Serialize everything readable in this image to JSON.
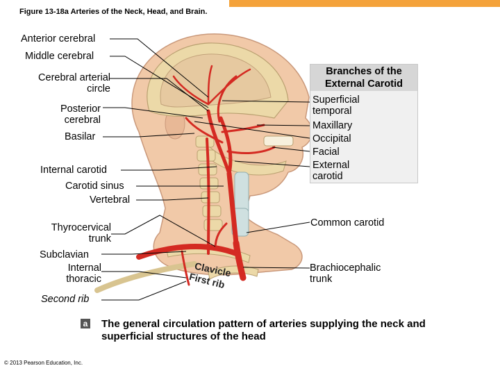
{
  "figure_title": "Figure 13-18a  Arteries of the Neck, Head, and Brain.",
  "labels_left": {
    "anterior_cerebral": "Anterior cerebral",
    "middle_cerebral": "Middle cerebral",
    "cerebral_arterial_circle_1": "Cerebral arterial",
    "cerebral_arterial_circle_2": "circle",
    "posterior_cerebral_1": "Posterior",
    "posterior_cerebral_2": "cerebral",
    "basilar": "Basilar",
    "internal_carotid": "Internal carotid",
    "carotid_sinus": "Carotid sinus",
    "vertebral": "Vertebral",
    "thyrocervical_1": "Thyrocervical",
    "thyrocervical_2": "trunk",
    "subclavian": "Subclavian",
    "internal_thoracic_1": "Internal",
    "internal_thoracic_2": "thoracic",
    "second_rib": "Second rib"
  },
  "branches_box": {
    "title_1": "Branches of the",
    "title_2": "External Carotid",
    "superficial_temporal_1": "Superficial",
    "superficial_temporal_2": "temporal",
    "maxillary": "Maxillary",
    "occipital": "Occipital",
    "facial": "Facial",
    "external_carotid_1": "External",
    "external_carotid_2": "carotid"
  },
  "labels_right": {
    "common_carotid": "Common carotid",
    "brachiocephalic_1": "Brachiocephalic",
    "brachiocephalic_2": "trunk"
  },
  "bone_labels": {
    "clavicle": "Clavicle",
    "first_rib": "First rib"
  },
  "caption": {
    "badge": "a",
    "text": "The general circulation pattern of arteries supplying the neck and superficial structures of the head"
  },
  "copyright": "© 2013 Pearson Education, Inc.",
  "colors": {
    "accent_bar": "#f4a23a",
    "artery": "#d42a22",
    "skin": "#f1c9a8",
    "bone": "#ecd9a8",
    "leader": "#000000"
  }
}
